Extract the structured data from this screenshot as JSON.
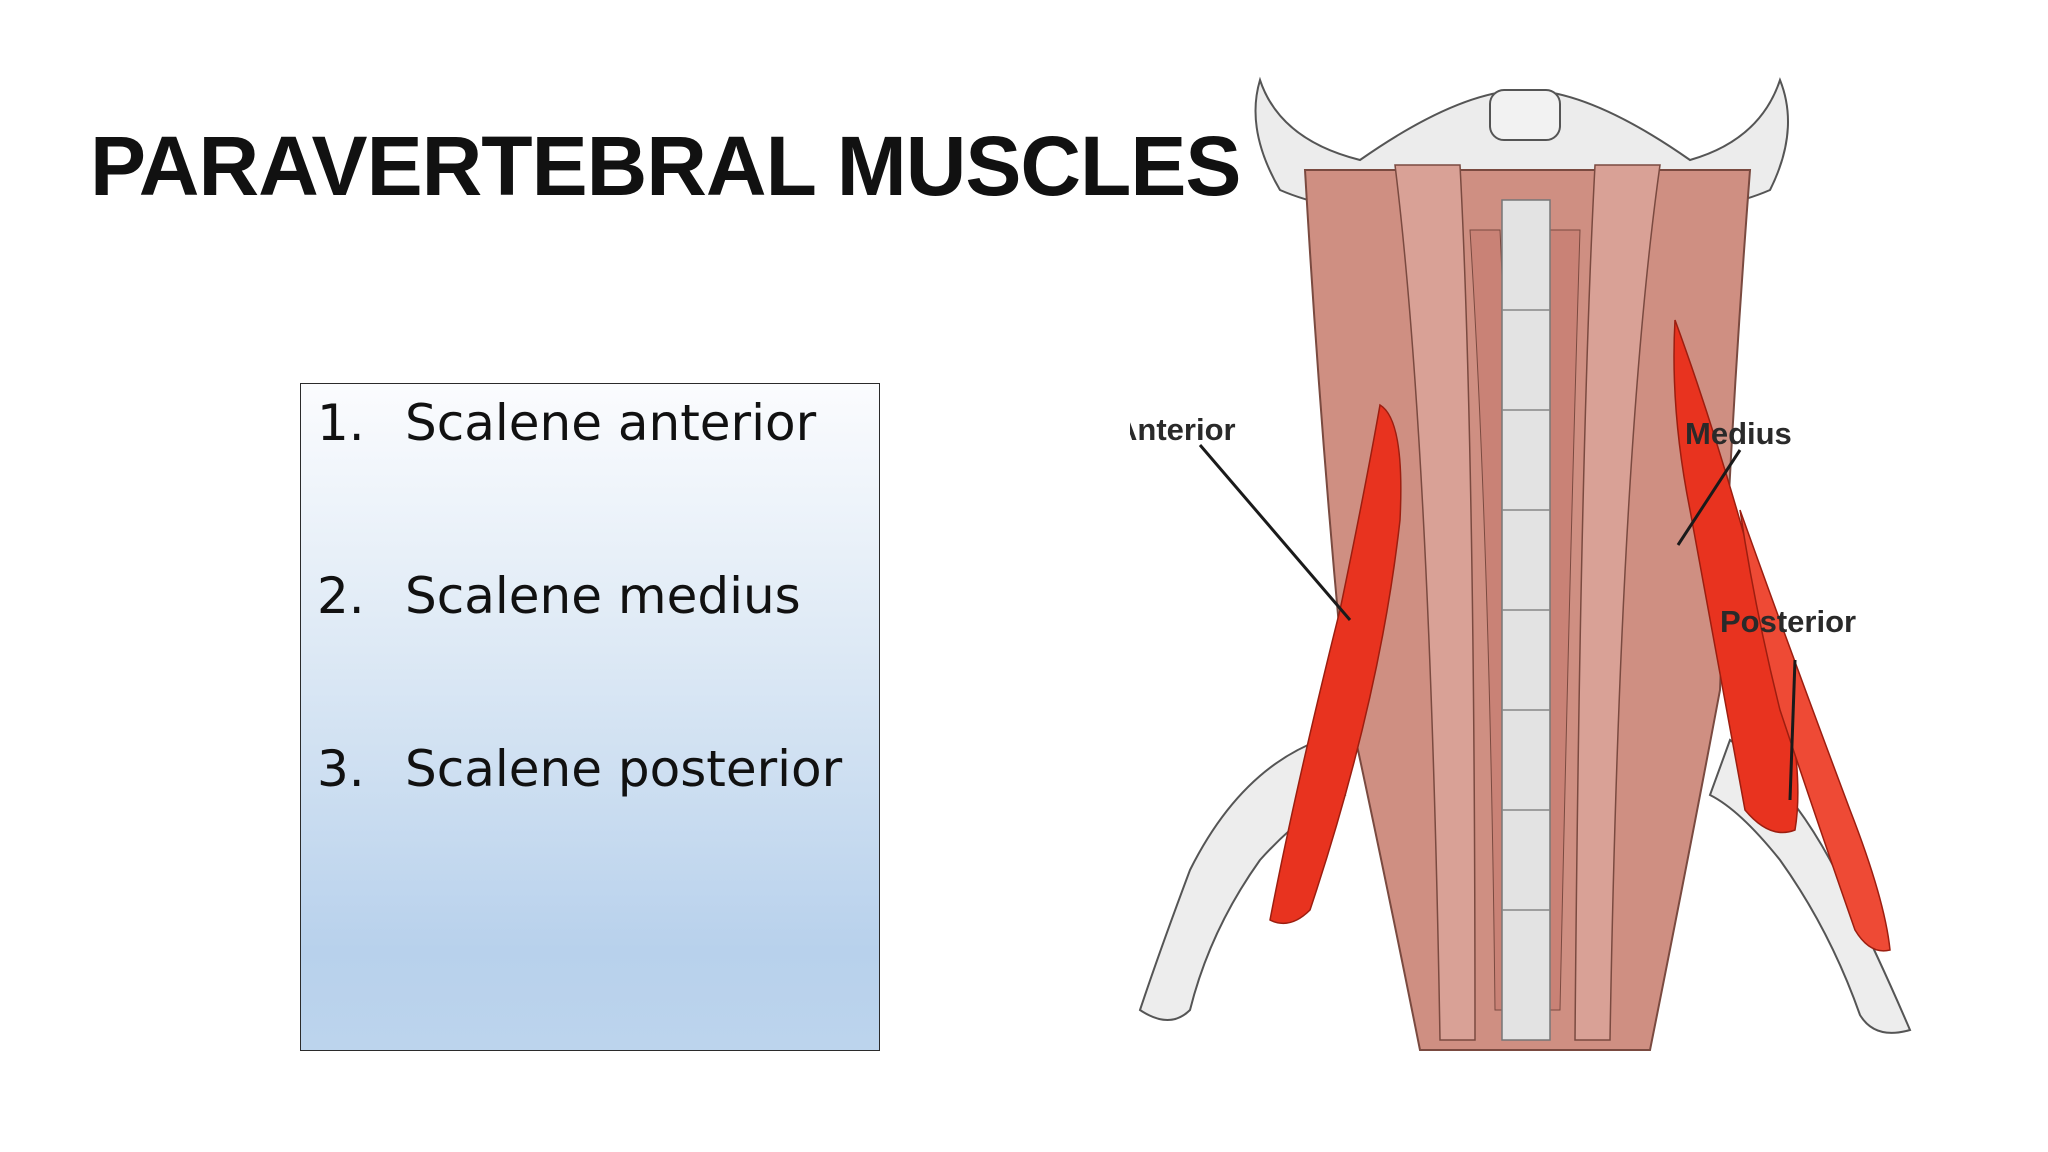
{
  "slide": {
    "title": "PARAVERTEBRAL MUSCLES"
  },
  "list": {
    "items": [
      {
        "number": "1.",
        "label": "Scalene anterior"
      },
      {
        "number": "2.",
        "label": "Scalene medius"
      },
      {
        "number": "3.",
        "label": "Scalene posterior"
      }
    ]
  },
  "figure": {
    "labels": {
      "anterior": "Anterior",
      "medius": "Medius",
      "posterior": "Posterior"
    },
    "colors": {
      "scalene_muscle": "#e8331f",
      "deep_muscle": "#cf8f82",
      "bone": "#e9e9e9"
    }
  }
}
